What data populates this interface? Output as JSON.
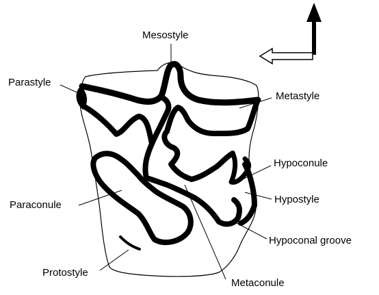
{
  "labels": {
    "mesostyle": "Mesostyle",
    "parastyle": "Parastyle",
    "metastyle": "Metastyle",
    "hypoconule": "Hypoconule",
    "paraconule": "Paraconule",
    "hypostyle": "Hypostyle",
    "hypoconal_groove": "Hypoconal groove",
    "protostyle": "Protostyle",
    "metaconule": "Metaconule"
  },
  "colors": {
    "line": "#000000",
    "enamel": "#000000",
    "background": "#ffffff"
  },
  "icons": {
    "up_arrow": "up-arrow-icon",
    "left_arrow": "left-arrow-icon"
  }
}
